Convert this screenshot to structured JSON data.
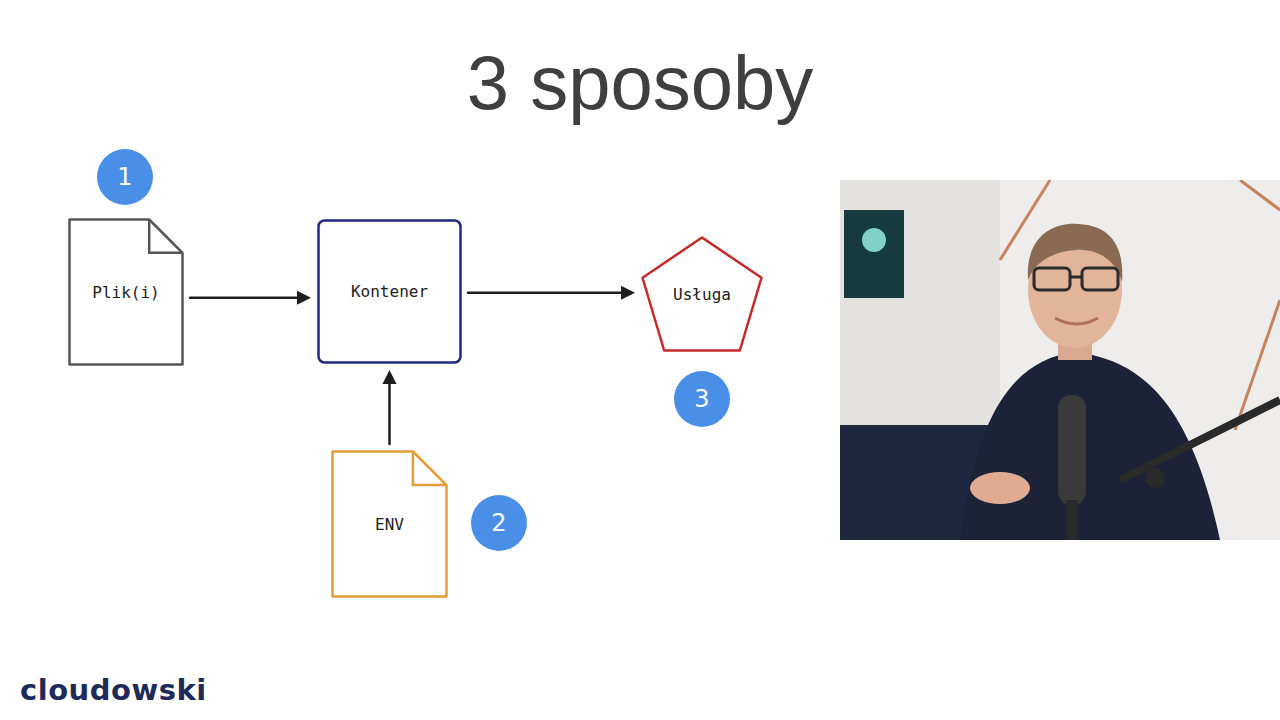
{
  "diagram": {
    "title": "3 sposoby",
    "nodes": [
      {
        "text": [
          "Plik(i)"
        ]
      },
      {
        "text": [
          "Kontener"
        ]
      },
      {
        "text": [
          "Usługa"
        ]
      },
      {
        "text": [
          "ENV"
        ]
      }
    ],
    "edges": [
      {
        "from": 0,
        "to": 1,
        "arrow": "to"
      },
      {
        "from": 1,
        "to": 2,
        "arrow": "to"
      },
      {
        "from": 3,
        "to": 1,
        "arrow": "to"
      }
    ],
    "labels": [
      "1",
      "2",
      "3",
      "cloudowski"
    ]
  }
}
